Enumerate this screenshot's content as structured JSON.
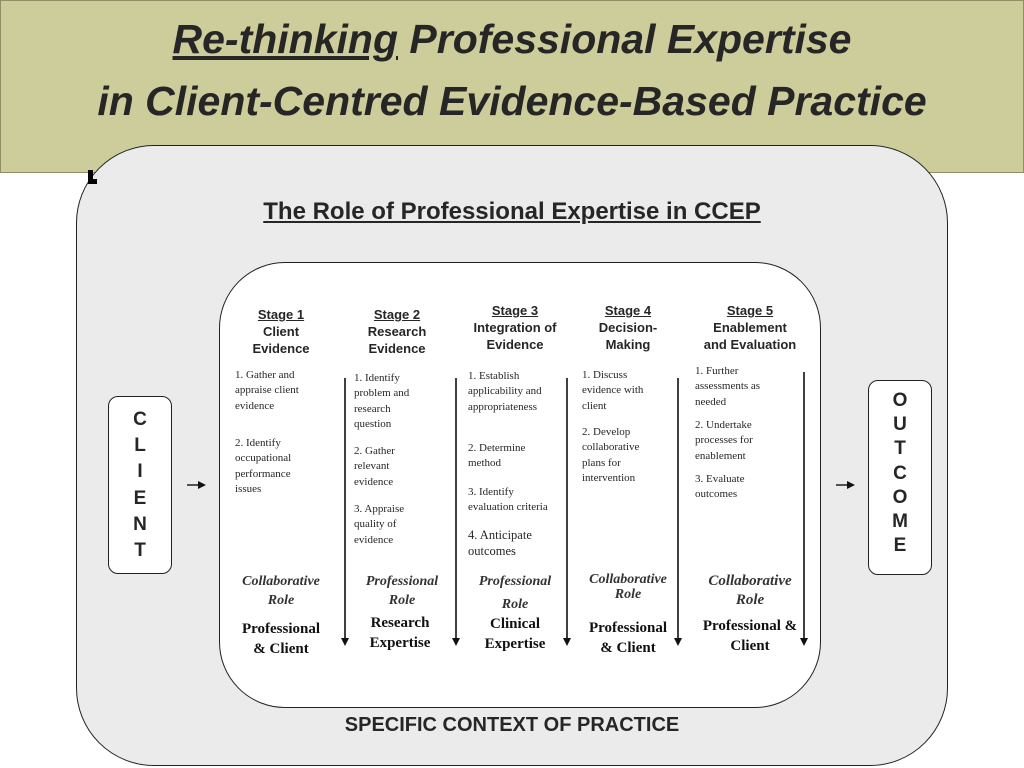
{
  "header": {
    "title_prefix": "Re-thinking",
    "title_rest": " Professional Expertise",
    "title_line2": "in Client-Centred Evidence-Based Practice"
  },
  "diagram": {
    "title": "The Role of Professional Expertise in CCEP",
    "context_label": "SPECIFIC CONTEXT OF PRACTICE",
    "client_label": "C\nL\nI\nE\nN\nT",
    "outcome_label": "O\nU\nT\nC\nO\nM\nE",
    "stages": [
      {
        "number": "Stage 1",
        "name": "Client\nEvidence",
        "steps": [
          "1. Gather and\nappraise client\nevidence",
          "2. Identify\noccupational\nperformance\nissues"
        ],
        "role": "Collaborative\nRole",
        "who": "Professional\n& Client"
      },
      {
        "number": "Stage 2",
        "name": "Research\nEvidence",
        "steps": [
          "1. Identify\nproblem and\nresearch\nquestion",
          "2. Gather\nrelevant\nevidence",
          "3. Appraise\nquality of\nevidence"
        ],
        "role": "Professional\nRole",
        "who": "Research\n Expertise"
      },
      {
        "number": "Stage 3",
        "name": "Integration of\nEvidence",
        "steps": [
          "1. Establish\napplicability  and\nappropriateness",
          "2. Determine\nmethod",
          "3. Identify\nevaluation criteria",
          "4. Anticipate\noutcomes"
        ],
        "role": "Professional\nRole",
        "who": "Clinical\nExpertise"
      },
      {
        "number": "Stage 4",
        "name": "Decision-\nMaking",
        "steps": [
          "1. Discuss\nevidence  with\nclient",
          "2. Develop\ncollaborative\nplans for\nintervention"
        ],
        "role": "Collaborative\nRole",
        "who": "Professional\n& Client"
      },
      {
        "number": "Stage 5",
        "name": "Enablement\nand Evaluation",
        "steps": [
          "1. Further\nassessments as\nneeded",
          "2.  Undertake\nprocesses for\nenablement",
          "3. Evaluate\noutcomes"
        ],
        "role": "Collaborative\nRole",
        "who": "Professional &\nClient"
      }
    ]
  }
}
